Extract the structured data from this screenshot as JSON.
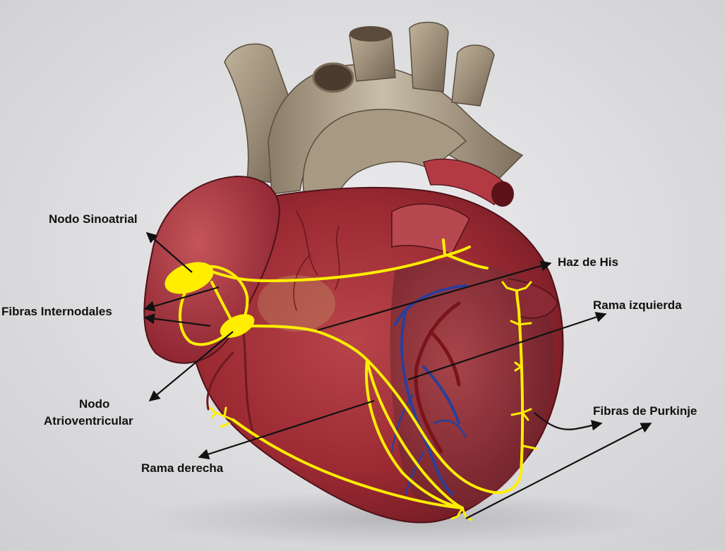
{
  "labels": {
    "nodo_sinoatrial": "Nodo Sinoatrial",
    "fibras_internodales": "Fibras Internodales",
    "nodo_atrioventricular_line1": "Nodo",
    "nodo_atrioventricular_line2": "Atrioventricular",
    "rama_derecha": "Rama derecha",
    "haz_de_his": "Haz de His",
    "rama_izquierda": "Rama izquierda",
    "fibras_de_purkinje": "Fibras de Purkinje"
  },
  "colors": {
    "background": "#d9d9db",
    "conduction_system": "#ffee00",
    "arrow": "#111111",
    "myocardium": "#a8323a",
    "great_vessels": "#a89a82",
    "coronary_vein": "#2a3f9a",
    "coronary_artery": "#7a1418"
  }
}
